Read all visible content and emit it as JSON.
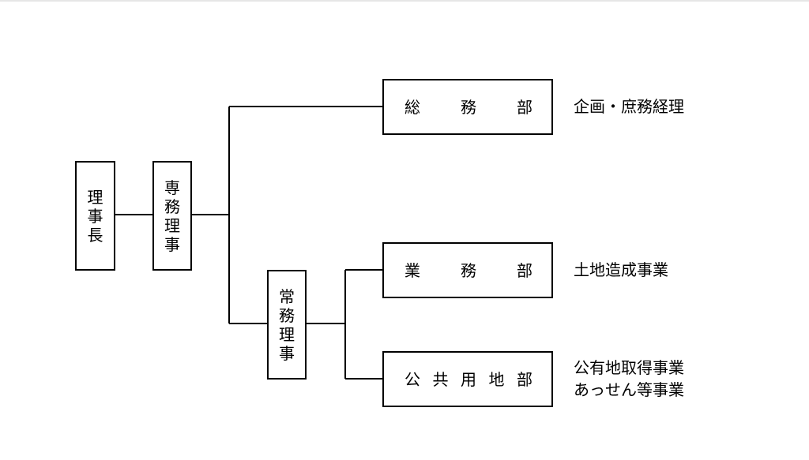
{
  "diagram": {
    "nodes": {
      "chairman": "理事長",
      "senior_director": "専務理事",
      "managing_director": "常務理事",
      "general_affairs": "総務部",
      "business": "業務部",
      "public_land": "公共用地部"
    },
    "descriptions": {
      "general_affairs": "企画・庶務経理",
      "business": "土地造成事業",
      "public_land_line1": "公有地取得事業",
      "public_land_line2": "あっせん等事業"
    },
    "edges": [
      [
        "chairman",
        "senior_director"
      ],
      [
        "senior_director",
        "general_affairs"
      ],
      [
        "senior_director",
        "managing_director"
      ],
      [
        "managing_director",
        "business"
      ],
      [
        "managing_director",
        "public_land"
      ]
    ]
  }
}
